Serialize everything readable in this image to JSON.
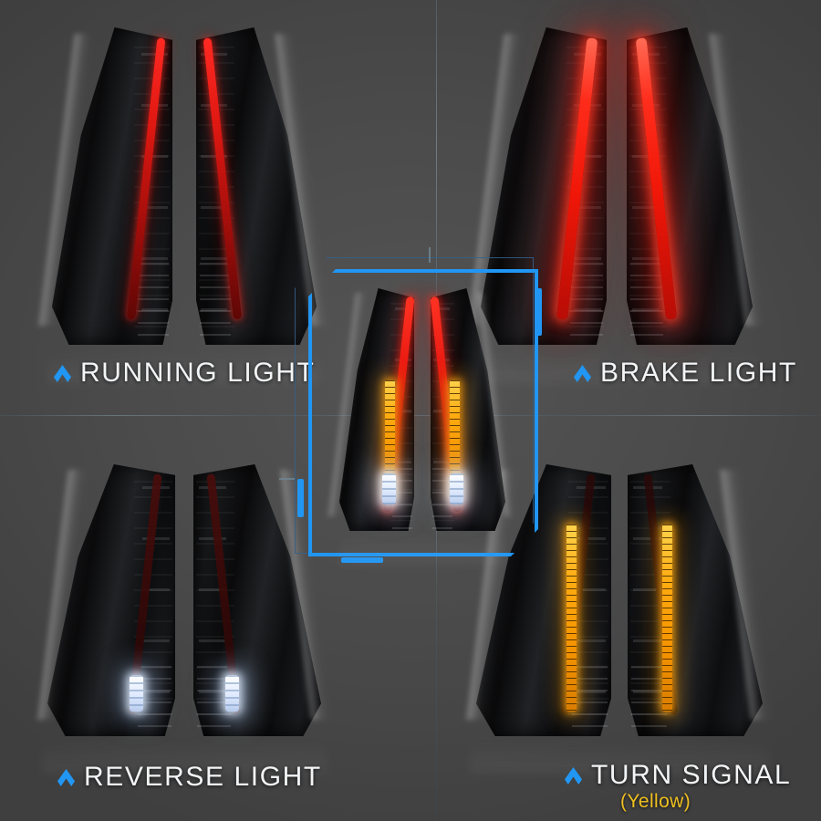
{
  "product": {
    "type": "automotive-led-tail-light-assembly",
    "pair_count": 2
  },
  "theme": {
    "background": "#474747",
    "accent_blue": "#2196f3",
    "label_color": "#f2f4f6",
    "yellow_note": "#f0c020",
    "red_led": "#ff2d1c",
    "amber_led": "#ffab12",
    "white_led": "#ffffff"
  },
  "modes": [
    {
      "id": "running",
      "label": "RUNNING LIGHT",
      "icon": "chevron-up-icon",
      "position": "top-left",
      "active_leds": [
        "red-strip-dim"
      ]
    },
    {
      "id": "brake",
      "label": "BRAKE LIGHT",
      "icon": "chevron-up-icon",
      "position": "top-right",
      "active_leds": [
        "red-strip-bright"
      ]
    },
    {
      "id": "reverse",
      "label": "REVERSE LIGHT",
      "icon": "chevron-up-icon",
      "position": "bottom-left",
      "active_leds": [
        "white-reverse-cluster"
      ]
    },
    {
      "id": "turn",
      "label": "TURN SIGNAL",
      "sublabel": "(Yellow)",
      "icon": "chevron-up-icon",
      "position": "bottom-right",
      "active_leds": [
        "amber-sequential-strip"
      ]
    }
  ],
  "center_showcase": {
    "id": "all-on",
    "active_leds": [
      "red-strip",
      "amber-sequential-strip",
      "white-reverse-cluster"
    ],
    "frame_style": "chamfered-blue-bracket"
  }
}
